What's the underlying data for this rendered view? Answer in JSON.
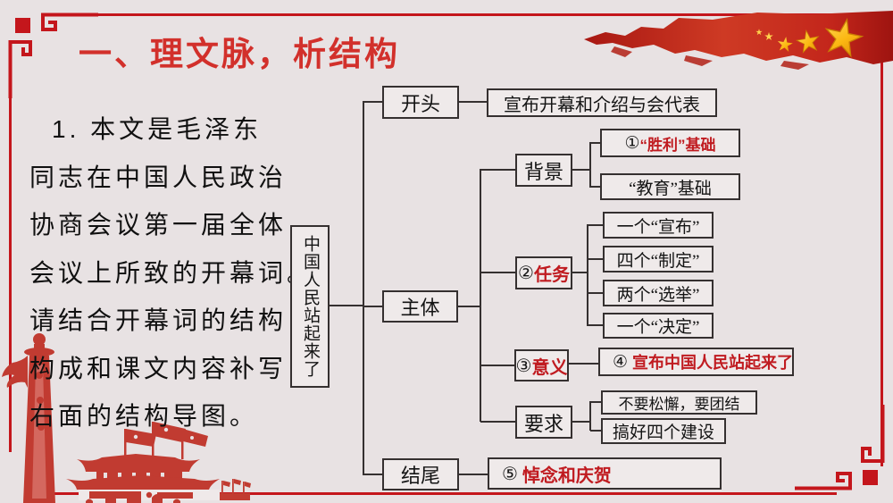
{
  "slide": {
    "title": "一、理文脉，析结构",
    "intro_lines": [
      "1. 本文是毛泽东",
      "同志在中国人民政治",
      "协商会议第一届全体",
      "会议上所致的开幕词。",
      "请结合开幕词的结构",
      "构成和课文内容补写",
      "右面的结构导图。"
    ]
  },
  "diagram": {
    "root": "中国人民站起来了",
    "opening": {
      "label": "开头",
      "detail": "宣布开幕和介绍与会代表"
    },
    "body": {
      "label": "主体"
    },
    "background": {
      "label": "背景",
      "item1_num": "①",
      "item1": "“胜利”基础",
      "item2": "“教育”基础"
    },
    "task": {
      "num": "②",
      "label": "任务",
      "items": [
        "一个“宣布”",
        "四个“制定”",
        "两个“选举”",
        "一个“决定”"
      ]
    },
    "meaning": {
      "num": "③",
      "label": "意义",
      "detail_num": "④",
      "detail": "宣布中国人民站起来了"
    },
    "requirement": {
      "label": "要求",
      "items": [
        "不要松懈，要团结",
        "搞好四个建设"
      ]
    },
    "ending": {
      "label": "结尾",
      "detail_num": "⑤",
      "detail": "悼念和庆贺"
    }
  },
  "colors": {
    "background": "#e8e2e3",
    "title_red": "#d2302b",
    "answer_red": "#c01b20",
    "frame_red": "#c4161c",
    "box_border": "#353030",
    "star_gold": "#ffc20e"
  },
  "icons": {
    "top_right": "red-ink-splash-icon",
    "stars": "gold-star-icon",
    "corners": "corner-frame-icon",
    "bottom_left": "tiananmen-papercut-icon"
  }
}
